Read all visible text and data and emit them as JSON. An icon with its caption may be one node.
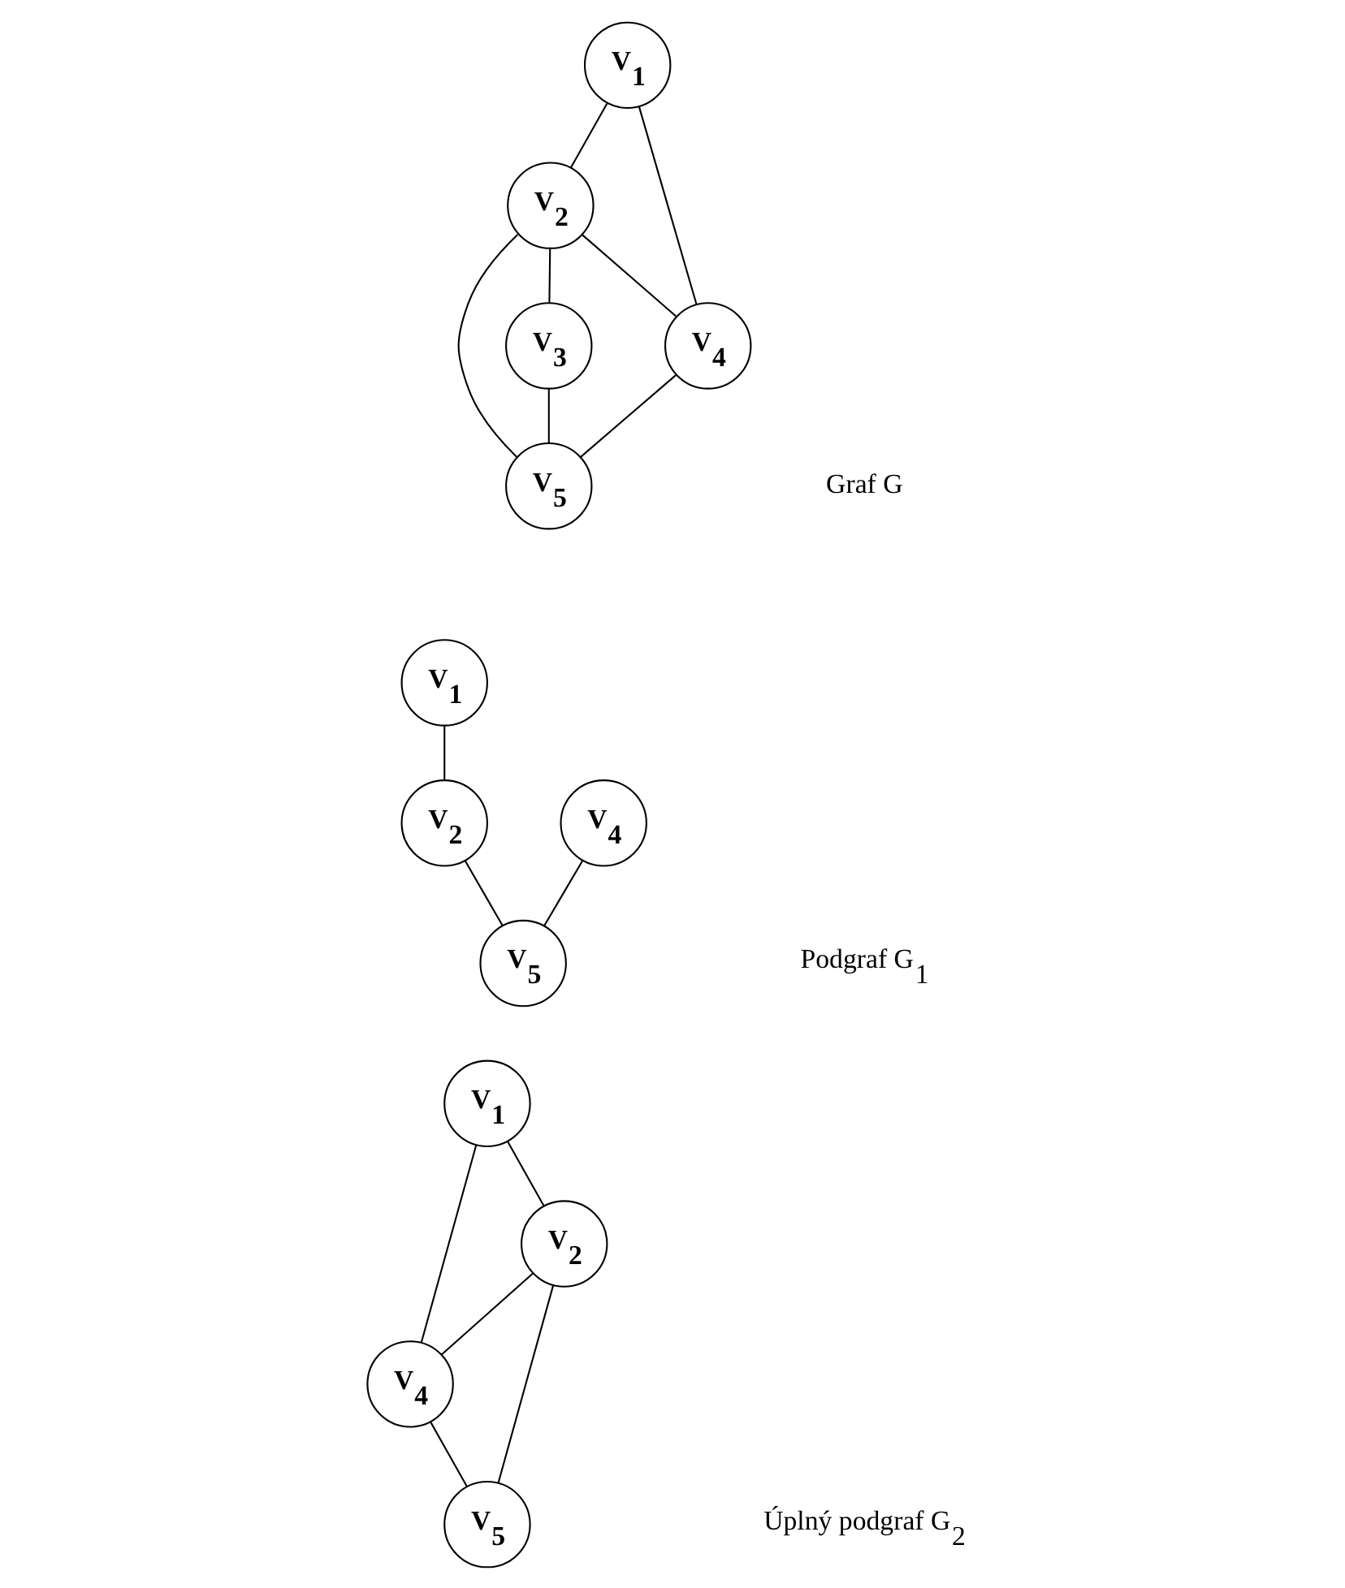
{
  "diagram": {
    "nodes": [
      {
        "text": [
          "V$_{3}$"
        ]
      },
      {
        "text": [
          "V$_{2}$"
        ]
      },
      {
        "text": [
          "V$_{1}$"
        ]
      },
      {
        "text": [
          "V$_{5}$"
        ]
      },
      {
        "text": [
          "V$_{4}$"
        ]
      },
      {
        "text": [
          "V$_{2}$"
        ]
      },
      {
        "text": [
          "V$_{1}$"
        ]
      },
      {
        "text": [
          "V$_{5}$"
        ]
      },
      {
        "text": [
          "V$_{4}$"
        ]
      },
      {
        "text": [
          "V$_{2}$"
        ]
      },
      {
        "text": [
          "V$_{1}$"
        ]
      },
      {
        "text": [
          "V$_{5}$"
        ]
      },
      {
        "text": [
          "V$_{4}$"
        ]
      }
    ],
    "edges": [
      {
        "from": 2,
        "to": 1,
        "arrow": "none"
      },
      {
        "from": 1,
        "to": 0,
        "arrow": "none"
      },
      {
        "from": 2,
        "to": 4,
        "arrow": "none"
      },
      {
        "from": 1,
        "to": 4,
        "arrow": "none"
      },
      {
        "from": 1,
        "to": 3,
        "arrow": "none"
      },
      {
        "from": 0,
        "to": 3,
        "arrow": "none"
      },
      {
        "from": 4,
        "to": 3,
        "arrow": "none"
      },
      {
        "from": 6,
        "to": 5,
        "arrow": "none"
      },
      {
        "from": 5,
        "to": 7,
        "arrow": "none"
      },
      {
        "from": 8,
        "to": 7,
        "arrow": "none"
      },
      {
        "from": 10,
        "to": 9,
        "arrow": "none"
      },
      {
        "from": 10,
        "to": 12,
        "arrow": "none"
      },
      {
        "from": 9,
        "to": 12,
        "arrow": "none"
      },
      {
        "from": 9,
        "to": 11,
        "arrow": "none"
      },
      {
        "from": 12,
        "to": 11,
        "arrow": "none"
      }
    ],
    "labels": [
      "Graf G",
      "Podgraf G$_{1}$",
      "Úplný podgraf G$_{2}$"
    ]
  }
}
